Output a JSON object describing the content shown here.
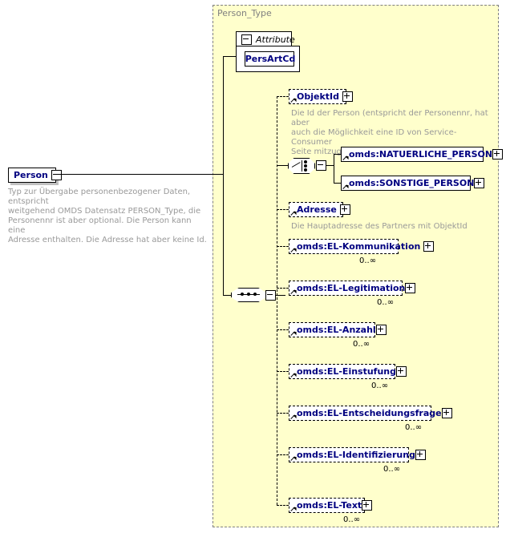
{
  "diagram": {
    "root_element": {
      "name": "Person",
      "expander": "minus",
      "annotation": "Typ zur Übergabe personenbezogener Daten, entspricht\nweitgehend OMDS Datensatz PERSON_Type, die\nPersonennr ist aber optional. Die Person kann eine\nAdresse enthalten. Die Adresse hat aber keine Id."
    },
    "type_container": {
      "title": "Person_Type",
      "attribute_group": {
        "label": "Attribute",
        "expander": "minus",
        "attributes": [
          {
            "name": "PersArtCd"
          }
        ]
      },
      "compositors": [
        {
          "name": "choice-node",
          "kind": "choice",
          "expander": "minus"
        },
        {
          "name": "sequence-node",
          "kind": "sequence",
          "expander": "minus"
        }
      ],
      "children": [
        {
          "name": "ObjektId",
          "style": "dashed",
          "expander": "plus",
          "annotation": "Die Id der Person (entspricht der Personennr, hat aber\nauch die Möglichkeit eine ID von Service-Consumer\nSeite mitzugeben)",
          "cardinality": ""
        },
        {
          "name": "omds:NATUERLICHE_PERSON",
          "style": "solid",
          "expander": "plus",
          "annotation": "",
          "cardinality": ""
        },
        {
          "name": "omds:SONSTIGE_PERSON",
          "style": "solid",
          "expander": "plus",
          "annotation": "",
          "cardinality": ""
        },
        {
          "name": "Adresse",
          "style": "dashed",
          "expander": "plus",
          "annotation": "Die Hauptadresse des Partners mit ObjektId",
          "cardinality": ""
        },
        {
          "name": "omds:EL-Kommunikation",
          "style": "dashed",
          "expander": "plus",
          "annotation": "",
          "cardinality": "0..∞"
        },
        {
          "name": "omds:EL-Legitimation",
          "style": "dashed",
          "expander": "plus",
          "annotation": "",
          "cardinality": "0..∞"
        },
        {
          "name": "omds:EL-Anzahl",
          "style": "dashed",
          "expander": "plus",
          "annotation": "",
          "cardinality": "0..∞"
        },
        {
          "name": "omds:EL-Einstufung",
          "style": "dashed",
          "expander": "plus",
          "annotation": "",
          "cardinality": "0..∞"
        },
        {
          "name": "omds:EL-Entscheidungsfrage",
          "style": "dashed",
          "expander": "plus",
          "annotation": "",
          "cardinality": "0..∞"
        },
        {
          "name": "omds:EL-Identifizierung",
          "style": "dashed",
          "expander": "plus",
          "annotation": "",
          "cardinality": "0..∞"
        },
        {
          "name": "omds:EL-Text",
          "style": "dashed",
          "expander": "plus",
          "annotation": "",
          "cardinality": "0..∞"
        }
      ]
    },
    "colors": {
      "container_fill": "#ffffcc",
      "element_label": "#000080",
      "annotation_text": "#999999",
      "shadow": "#c0c0c0"
    }
  }
}
